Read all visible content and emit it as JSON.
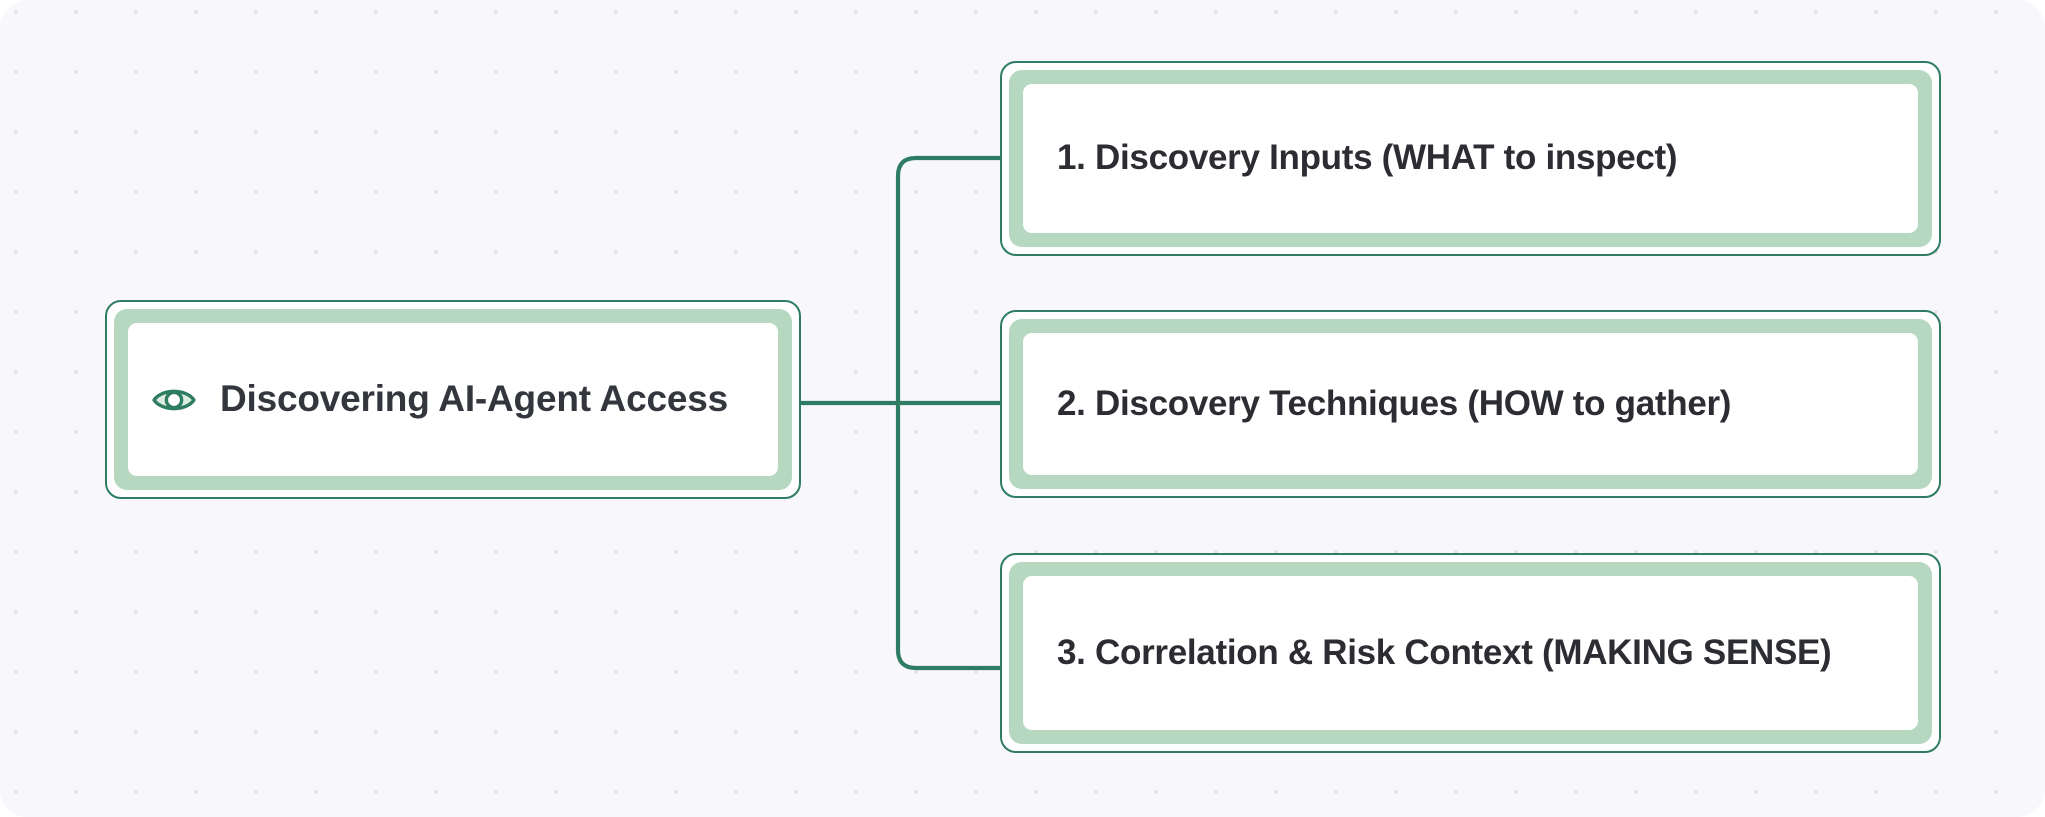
{
  "diagram": {
    "type": "mind-map",
    "orientation": "left-to-right",
    "background_color": "#f8f7fb",
    "accent_color": "#2e7d62",
    "band_color": "#b6d8c0",
    "text_color": "#2b2d33",
    "root": {
      "icon": "eye-icon",
      "label": "Discovering AI-Agent Access"
    },
    "children": [
      {
        "index": "1",
        "label": "1. Discovery Inputs (WHAT to inspect)"
      },
      {
        "index": "2",
        "label": "2. Discovery Techniques (HOW to gather)"
      },
      {
        "index": "3",
        "label": "3. Correlation & Risk Context (MAKING SENSE)"
      }
    ]
  }
}
